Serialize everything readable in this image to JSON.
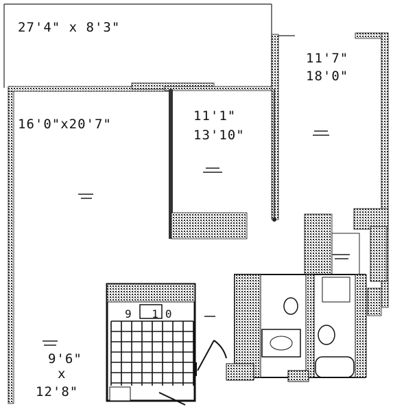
{
  "rooms": {
    "terrace": {
      "dimensions": "27'4\" x 8'3\""
    },
    "living_room": {
      "dimensions": "16'0\"x20'7\""
    },
    "bedroom_small": {
      "width": "11'1\"",
      "length": "13'10\""
    },
    "bedroom_large": {
      "width": "11'7\"",
      "length": "18'0\""
    },
    "dining_area": {
      "width": "9'6\"",
      "connector": "x",
      "length": "12'8\""
    },
    "kitchen": {
      "dimensions": "9 10"
    }
  }
}
